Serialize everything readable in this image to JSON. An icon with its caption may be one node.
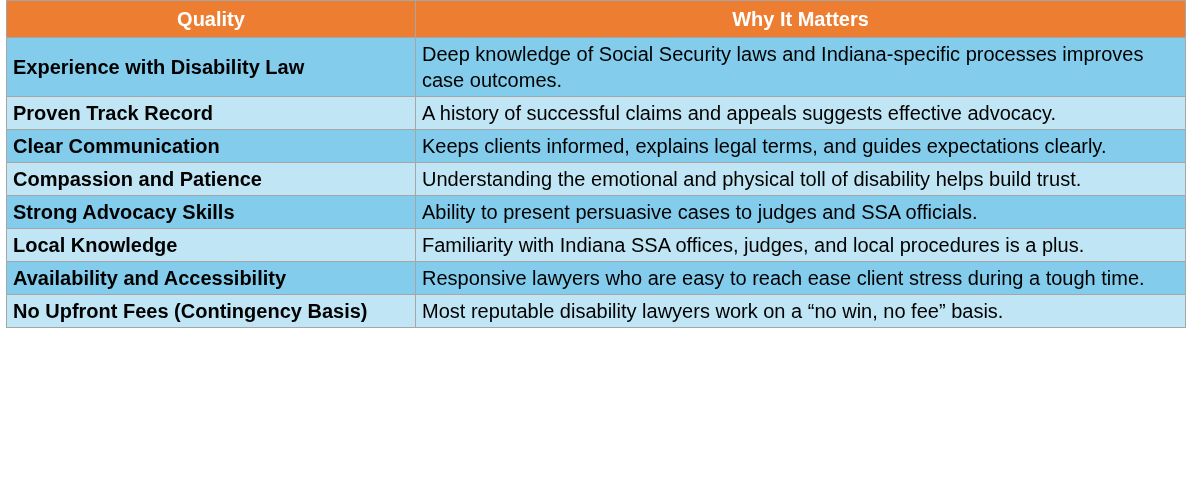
{
  "diagram": {
    "labels": [
      "Quality",
      "Why It Matters",
      "Experience with Disability Law",
      "Deep knowledge of Social Security laws and Indiana-specific processes improves case outcomes.",
      "Proven Track Record",
      "A history of successful claims and appeals suggests effective advocacy.",
      "Clear Communication",
      "Keeps clients informed, explains legal terms, and guides expectations clearly.",
      "Compassion and Patience",
      "Understanding the emotional and physical toll of disability helps build trust.",
      "Strong Advocacy Skills",
      "Ability to present persuasive cases to judges and SSA officials.",
      "Local Knowledge",
      "Familiarity with Indiana SSA offices, judges, and local procedures is a plus.",
      "Availability and Accessibility",
      "Responsive lawyers who are easy to reach ease client stress during a tough time.",
      "No Upfront Fees (Contingency Basis)",
      "Most reputable disability lawyers work on a “no win, no fee” basis."
    ]
  }
}
